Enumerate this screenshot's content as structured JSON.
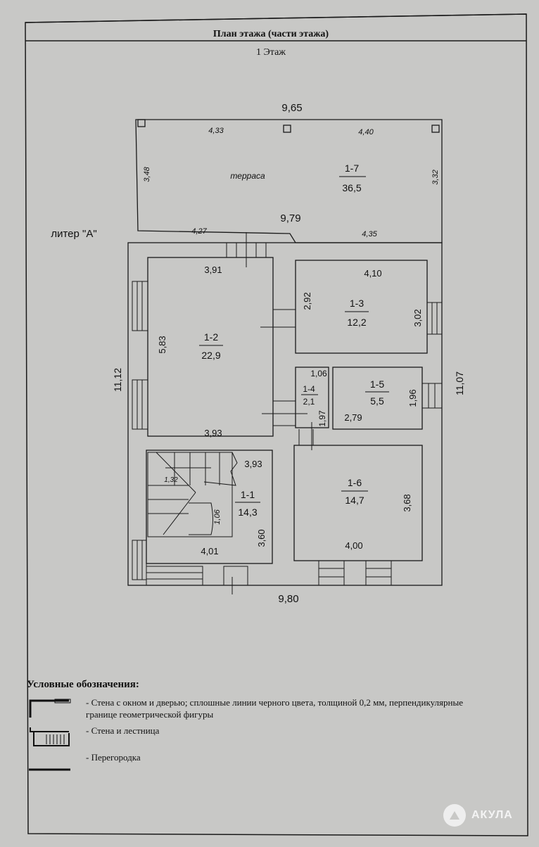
{
  "header": {
    "title": "План этажа (части этажа)",
    "floor": "1 Этаж"
  },
  "plan": {
    "liter": "литер \"А\"",
    "terrace_label": "терраса",
    "dims": {
      "top_total": "9,65",
      "terrace_top_left": "4,33",
      "terrace_top_right": "4,40",
      "terrace_left": "3,48",
      "terrace_right": "3,32",
      "terrace_mid": "9,79",
      "terrace_bottom_left": "4,27",
      "terrace_bottom_right": "4,35",
      "left_total": "11,12",
      "right_total": "11,07",
      "bottom_total": "9,80",
      "r12_top": "3,91",
      "r12_left": "5,83",
      "r12_bottom": "3,93",
      "r13_top": "4,10",
      "r13_left": "2,92",
      "r13_right": "3,02",
      "r14_top": "1,06",
      "r14_right": "1,97",
      "r15_right": "1,96",
      "r15_bottom": "2,79",
      "r11_top": "3,93",
      "r11_stair": "1,32",
      "r11_stair2": "1,06",
      "r11_right": "3,60",
      "r11_bottom": "4,01",
      "r16_right": "3,68",
      "r16_bottom": "4,00"
    },
    "rooms": [
      {
        "id": "1-7",
        "area": "36,5"
      },
      {
        "id": "1-2",
        "area": "22,9"
      },
      {
        "id": "1-3",
        "area": "12,2"
      },
      {
        "id": "1-4",
        "area": "2,1"
      },
      {
        "id": "1-5",
        "area": "5,5"
      },
      {
        "id": "1-1",
        "area": "14,3"
      },
      {
        "id": "1-6",
        "area": "14,7"
      }
    ]
  },
  "legend": {
    "title": "Условные обозначения:",
    "items": [
      {
        "symbol": "wall-window-door-icon",
        "text": "- Стена с окном и дверью; сплошные линии черного цвета, толщиной 0,2 мм, перпендикулярные границе геометрической фигуры"
      },
      {
        "symbol": "wall-stairs-icon",
        "text": "- Стена и лестница"
      },
      {
        "symbol": "partition-icon",
        "text": "- Перегородка"
      }
    ]
  },
  "watermark": {
    "text": "АКУЛА"
  }
}
